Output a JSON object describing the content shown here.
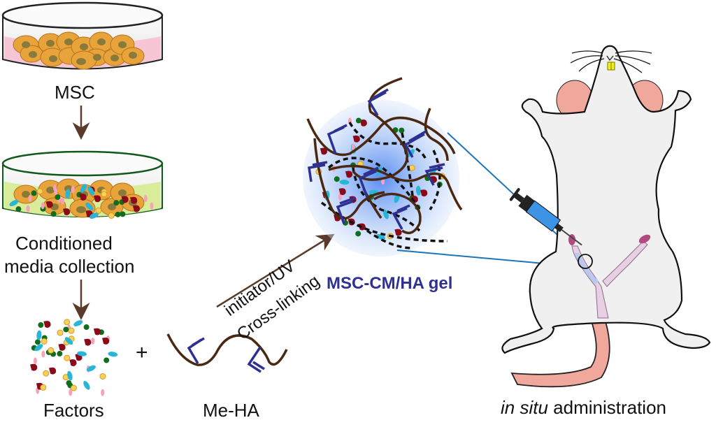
{
  "labels": {
    "msc": "MSC",
    "conditioned_line1": "Conditioned",
    "conditioned_line2": "media collection",
    "factors": "Factors",
    "plus": "+",
    "me_ha": "Me-HA",
    "arrow_top": "initiator/UV",
    "arrow_bottom": "Cross-linking",
    "gel": "MSC-CM/HA gel",
    "admin_italic": "in situ",
    "admin_rest": " administration"
  },
  "colors": {
    "cell_fill": "#e8a33a",
    "cell_nucleus": "#8a7a3a",
    "msc_medium": "#f6c6d4",
    "cm_medium": "#d9ec9a",
    "factor_red": "#8b0a1a",
    "factor_cyan": "#29b6d6",
    "factor_green": "#0f6e1e",
    "factor_yellow": "#f7d15a",
    "factor_pink": "#f4a3b8",
    "ha_chain": "#4a2812",
    "methacrylate": "#2e3192",
    "gel_glow": "#5b8ff0",
    "guide_line": "#1b75bb",
    "syringe_barrel": "#3d94e6",
    "mouse_body": "#f0f0f0",
    "mouse_pink": "#f0a89c",
    "teeth": "#f2ee1a",
    "arrow": "#5a3a2a"
  }
}
